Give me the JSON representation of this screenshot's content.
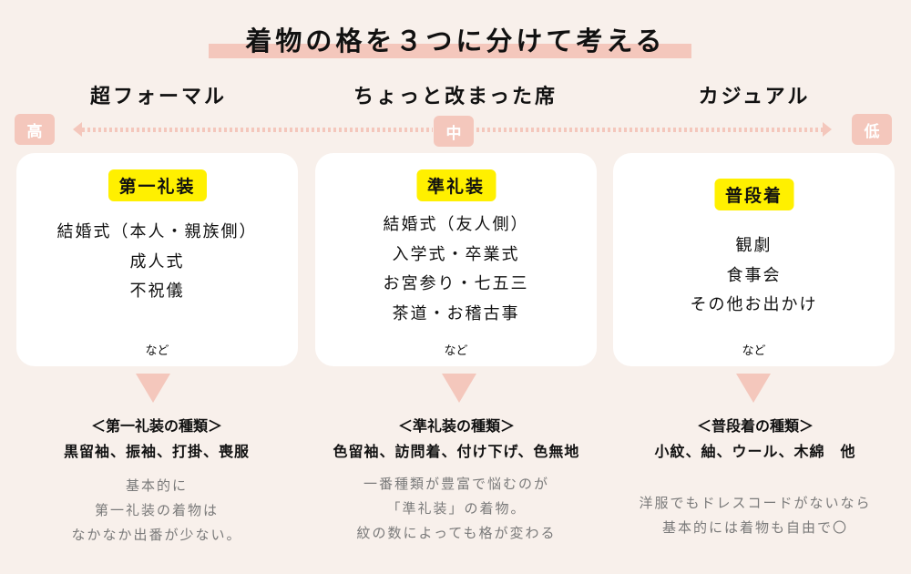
{
  "title": "着物の格を３つに分けて考える",
  "levels": [
    "超フォーマル",
    "ちょっと改まった席",
    "カジュアル"
  ],
  "scale": {
    "high": "高",
    "mid": "中",
    "low": "低"
  },
  "columns": [
    {
      "badge": "第一礼装",
      "occasions": [
        "結婚式（本人・親族側）",
        "成人式",
        "不祝儀"
      ],
      "etc": "など",
      "types_heading": "＜第一礼装の種類＞",
      "types": "黒留袖、振袖、打掛、喪服",
      "note": [
        "基本的に",
        "第一礼装の着物は",
        "なかなか出番が少ない。"
      ]
    },
    {
      "badge": "準礼装",
      "occasions": [
        "結婚式（友人側）",
        "入学式・卒業式",
        "お宮参り・七五三",
        "茶道・お稽古事"
      ],
      "etc": "など",
      "types_heading": "＜準礼装の種類＞",
      "types": "色留袖、訪問着、付け下げ、色無地",
      "note": [
        "一番種類が豊富で悩むのが",
        "「準礼装」の着物。",
        "紋の数によっても格が変わる"
      ]
    },
    {
      "badge": "普段着",
      "occasions": [
        "観劇",
        "食事会",
        "その他お出かけ"
      ],
      "etc": "など",
      "types_heading": "＜普段着の種類＞",
      "types": "小紋、紬、ウール、木綿　他",
      "note": [
        "洋服でもドレスコードがないなら",
        "基本的には着物も自由で〇"
      ]
    }
  ],
  "colors": {
    "background": "#f8f0eb",
    "accent": "#f4c7bc",
    "badge": "#fff000",
    "note": "#7a7a7a"
  }
}
